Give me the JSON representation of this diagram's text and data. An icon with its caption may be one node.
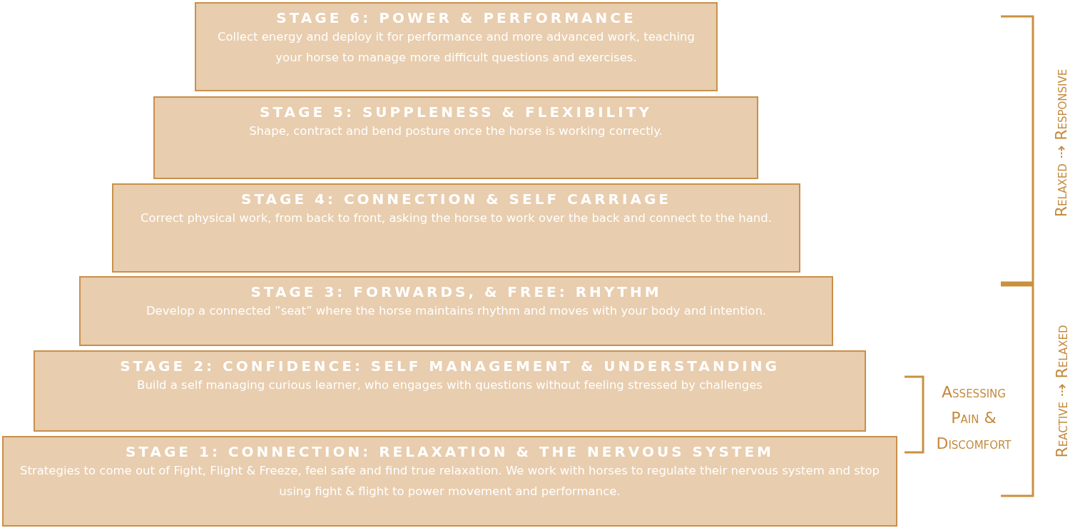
{
  "diagram": {
    "nodes": [
      {
        "text": [
          "STAGE 6: POWER & PERFORMANCE",
          "Collect energy and deploy it for performance and more advanced work, teaching your horse to manage more difficult questions and exercises."
        ]
      },
      {
        "text": [
          "STAGE 5: SUPPLENESS & FLEXIBILITY",
          "Shape, contract and bend posture once the horse is working correctly."
        ]
      },
      {
        "text": [
          "STAGE 4: CONNECTION & SELF CARRIAGE",
          "Correct physical work, from back to front, asking the horse to work over the back and connect to the hand."
        ]
      },
      {
        "text": [
          "STAGE 3: FORWARDS, & FREE: RHYTHM",
          "Develop a connected ”seat” where the horse maintains rhythm and moves with your body and intention."
        ]
      },
      {
        "text": [
          "STAGE 2: CONFIDENCE: SELF MANAGEMENT & UNDERSTANDING",
          "Build a self managing curious learner, who engages with questions without feeling stressed by challenges"
        ]
      },
      {
        "text": [
          "STAGE 1: CONNECTION: RELAXATION & THE NERVOUS SYSTEM",
          "Strategies to come out of Fight, Flight & Freeze, feel safe and find true relaxation. We work with horses to regulate their nervous system and stop using fight & flight to power movement and performance."
        ]
      }
    ],
    "edges": [],
    "labels": [
      "Relaxed ⇢ Responsive",
      "Reactive ⇢ Relaxed",
      "Assessing Pain & Discomfort"
    ]
  }
}
